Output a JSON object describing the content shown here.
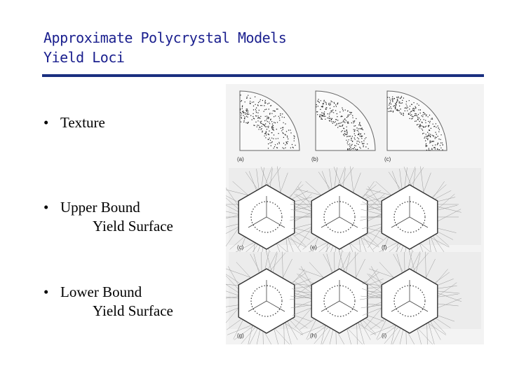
{
  "title": {
    "line1": "Approximate Polycrystal Models",
    "line2": "Yield Loci"
  },
  "bullets": [
    {
      "marker": "•",
      "line1": "Texture",
      "line2": ""
    },
    {
      "marker": "•",
      "line1": "Upper Bound",
      "line2": "Yield Surface"
    },
    {
      "marker": "•",
      "line1": "Lower Bound",
      "line2": "Yield Surface"
    }
  ],
  "figure": {
    "panel_labels": [
      "(a)",
      "(b)",
      "(c)",
      "(c)",
      "(e)",
      "(f)",
      "(g)",
      "(h)",
      "(i)"
    ]
  },
  "colors": {
    "title": "#1a1f8e",
    "rule": "#1a2f80"
  }
}
